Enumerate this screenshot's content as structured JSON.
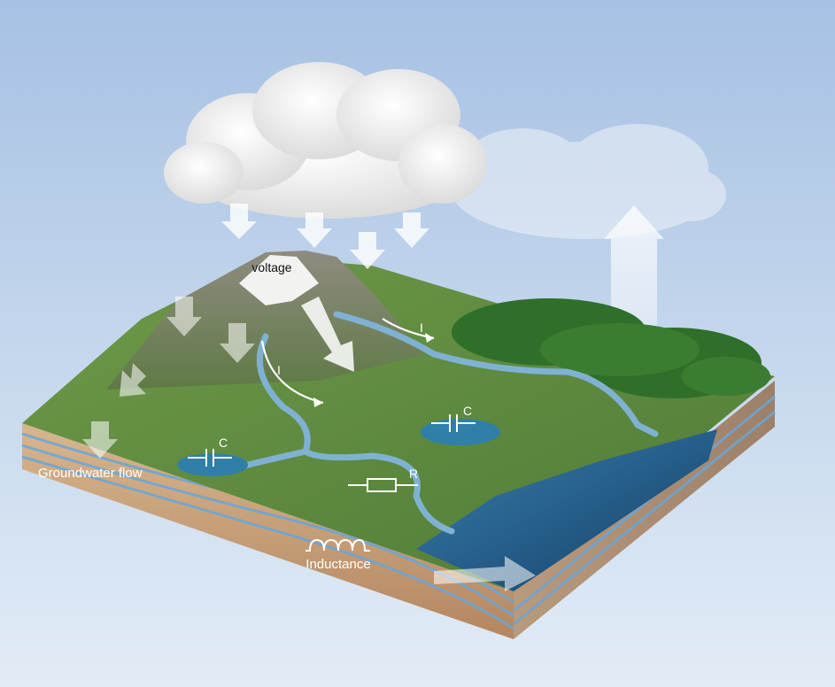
{
  "labels": {
    "voltage": "voltage",
    "current_upper": "I",
    "current_left": "I",
    "capacitor_left": "C",
    "capacitor_right": "C",
    "resistor": "R",
    "groundwater": "Groundwater flow",
    "inductance": "Inductance"
  },
  "colors": {
    "sky_top": "#a9c3e4",
    "sky_bottom": "#dfeaf5",
    "cloud": "#ffffff",
    "grass": "#5f8a3e",
    "forest": "#2f6f2a",
    "mountain": "#7d7a70",
    "snow": "#f4f4f2",
    "river": "#6da2c4",
    "sea": "#1f5f8a",
    "soil": "#c8a27a",
    "water_layer": "#6aa6d8",
    "arrow": "#ffffff"
  }
}
